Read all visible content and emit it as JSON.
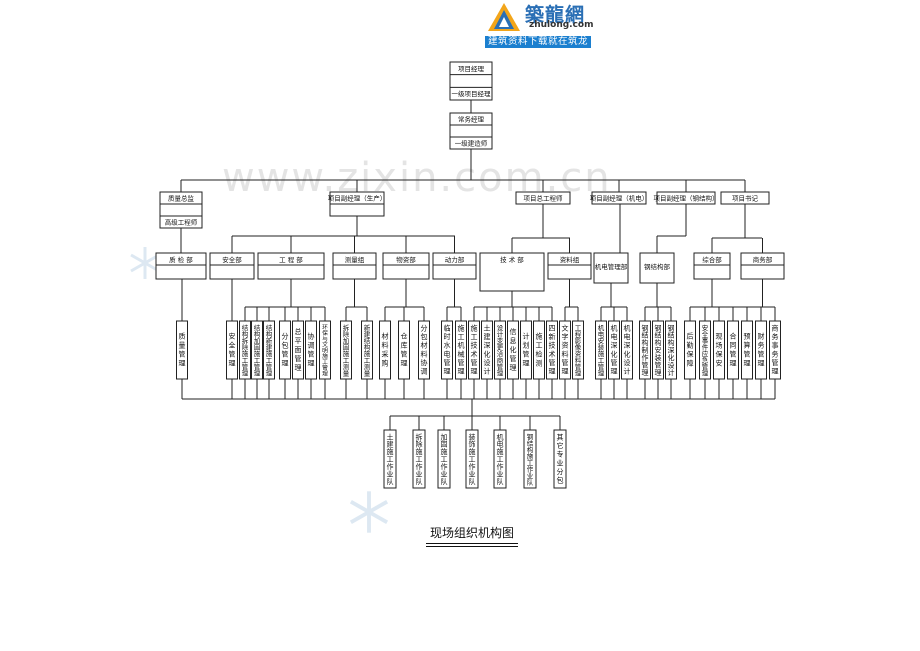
{
  "logo": {
    "name": "築龍網",
    "domain": "zhulong.com",
    "slogan": "建筑资料下载就在筑龙网"
  },
  "watermark": "www.zixin.com.cn",
  "title": "现场组织机构图",
  "top_chain": [
    {
      "id": "pm",
      "lines": [
        "项目经理",
        "",
        "一级项目经理"
      ]
    },
    {
      "id": "em",
      "lines": [
        "常务经理",
        "",
        "一级建造师"
      ]
    }
  ],
  "level2": [
    {
      "id": "quality_chief",
      "lines": [
        "质量总监",
        "",
        "高级工程师"
      ]
    },
    {
      "id": "dpm_civil",
      "lines": [
        "项目副经理（生产）",
        ""
      ]
    },
    {
      "id": "chief_engineer",
      "lines": [
        "项目总工程师"
      ]
    },
    {
      "id": "dpm_mech",
      "lines": [
        "项目副经理（机电）"
      ]
    },
    {
      "id": "dpm_steel",
      "lines": [
        "项目副经理（钢结构）"
      ]
    },
    {
      "id": "secretary",
      "lines": [
        "项目书记"
      ]
    }
  ],
  "level3": [
    {
      "id": "qc_dept",
      "label": "质 检 部"
    },
    {
      "id": "safety_dept",
      "label": "安全部"
    },
    {
      "id": "eng_dept",
      "label": "工 程 部"
    },
    {
      "id": "survey_dept",
      "label": "测量组"
    },
    {
      "id": "material_dept",
      "label": "物资部"
    },
    {
      "id": "power_dept",
      "label": "动力部"
    },
    {
      "id": "tech_dept",
      "label": "技 术 部"
    },
    {
      "id": "docs_dept",
      "label": "资料组"
    },
    {
      "id": "me_dept",
      "label": "机电管理部"
    },
    {
      "id": "steel_dept",
      "label": "钢结构部"
    },
    {
      "id": "general_dept",
      "label": "综合部"
    },
    {
      "id": "business_dept",
      "label": "商务部"
    }
  ],
  "functions": [
    "质量管理",
    "安全管理",
    "结构拆除施工管理",
    "结构加固施工管理",
    "结构新建施工管理",
    "分包管理",
    "总平面管理",
    "协调管理",
    "环保与文明施工管理",
    "拆除加固施工测量",
    "新建结构施工测量",
    "材料采购",
    "仓库管理",
    "分包材料协调",
    "临时水电管理",
    "施工机械管理",
    "施工技术管理",
    "土建深化设计",
    "设计变更洽商管理",
    "信息化管理",
    "计划管理",
    "施工检测",
    "四新技术管理",
    "文字资料管理",
    "工程影像资料管理",
    "机电安装施工管理",
    "机电深化管理",
    "机电深化设计",
    "钢结构制作管理",
    "钢结构安装管理",
    "钢结构深化设计",
    "后勤保障",
    "安全事件应急管理",
    "现场保安",
    "合同管理",
    "预算管理",
    "财务管理",
    "商务事务管理"
  ],
  "teams": [
    "土建施工作业队",
    "拆除施工作业队",
    "加固施工作业队",
    "装饰施工作业队",
    "机电施工作业队",
    "钢结构施工作业队",
    "其它专业分包"
  ]
}
